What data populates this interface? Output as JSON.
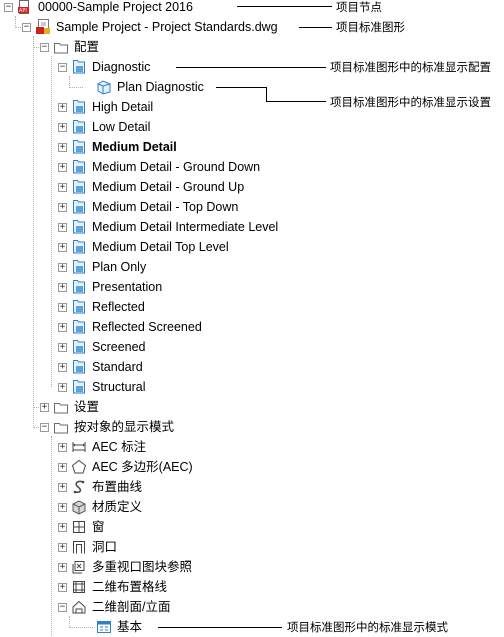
{
  "tree": {
    "project_node": "00000-Sample Project 2016",
    "standards_drawing": "Sample Project - Project Standards.dwg",
    "config_folder": "配置",
    "configs": [
      "Diagnostic",
      "High Detail",
      "Low Detail",
      "Medium Detail",
      "Medium Detail - Ground Down",
      "Medium Detail - Ground Up",
      "Medium Detail - Top Down",
      "Medium Detail Intermediate Level",
      "Medium Detail Top Level",
      "Plan Only",
      "Presentation",
      "Reflected",
      "Reflected Screened",
      "Screened",
      "Standard",
      "Structural"
    ],
    "diagnostic_child": "Plan Diagnostic",
    "sets_folder": "设置",
    "by_object_folder": "按对象的显示模式",
    "object_types": [
      "AEC 标注",
      "AEC 多边形(AEC)",
      "布置曲线",
      "材质定义",
      "窗",
      "洞口",
      "多重视口图块参照",
      "二维布置格线",
      "二维剖面/立面"
    ],
    "object_child": "基本"
  },
  "callouts": {
    "project_node": "项目节点",
    "standards_drawing": "项目标准图形",
    "config": "项目标准图形中的标准显示配置",
    "set": "项目标准图形中的标准显示设置",
    "representation": "项目标准图形中的标准显示模式"
  },
  "colors": {
    "folder_stroke": "#6b6b6b",
    "config_blue": "#2f7ec9",
    "dwg_red": "#d02020",
    "dwg_yellow": "#e3b021"
  }
}
